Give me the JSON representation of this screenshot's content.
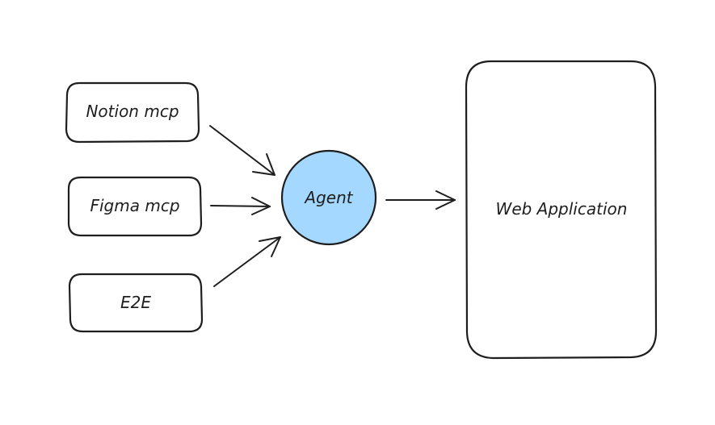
{
  "diagram": {
    "nodes": {
      "notion_mcp": "Notion mcp",
      "figma_mcp": "Figma mcp",
      "e2e": "E2E",
      "agent": "Agent",
      "web_application": "Web Application"
    },
    "colors": {
      "stroke": "#1e1e1e",
      "agent_fill": "#a5d8ff",
      "background": "#ffffff"
    },
    "edges": [
      {
        "from": "Notion mcp",
        "to": "Agent"
      },
      {
        "from": "Figma mcp",
        "to": "Agent"
      },
      {
        "from": "E2E",
        "to": "Agent"
      },
      {
        "from": "Agent",
        "to": "Web Application"
      }
    ]
  }
}
